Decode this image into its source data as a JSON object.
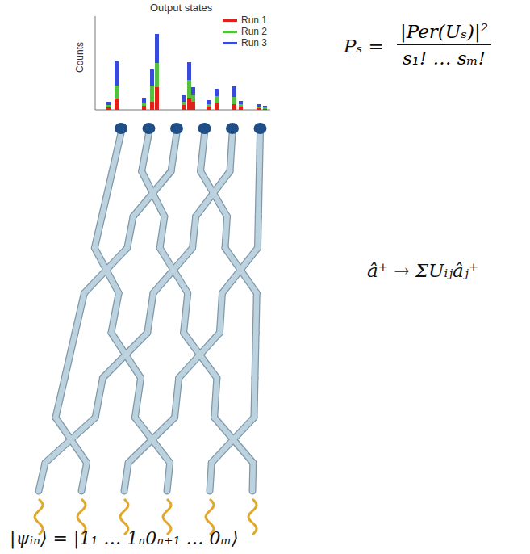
{
  "diagram": {
    "labels": [
      "Output states",
      "Counts",
      "Pₛ =",
      "|Per(Uₛ)|²",
      "s₁! … sₘ!",
      "â⁺ → ΣUᵢⱼâⱼ⁺",
      "|ψᵢₙ⟩ = |1₁ … 1ₙ0ₙ₊₁ … 0ₘ⟩"
    ],
    "legend": [
      {
        "text": "Run 1",
        "color": "#e0201b"
      },
      {
        "text": "Run 2",
        "color": "#55c040"
      },
      {
        "text": "Run 3",
        "color": "#3a4ad8"
      }
    ]
  }
}
